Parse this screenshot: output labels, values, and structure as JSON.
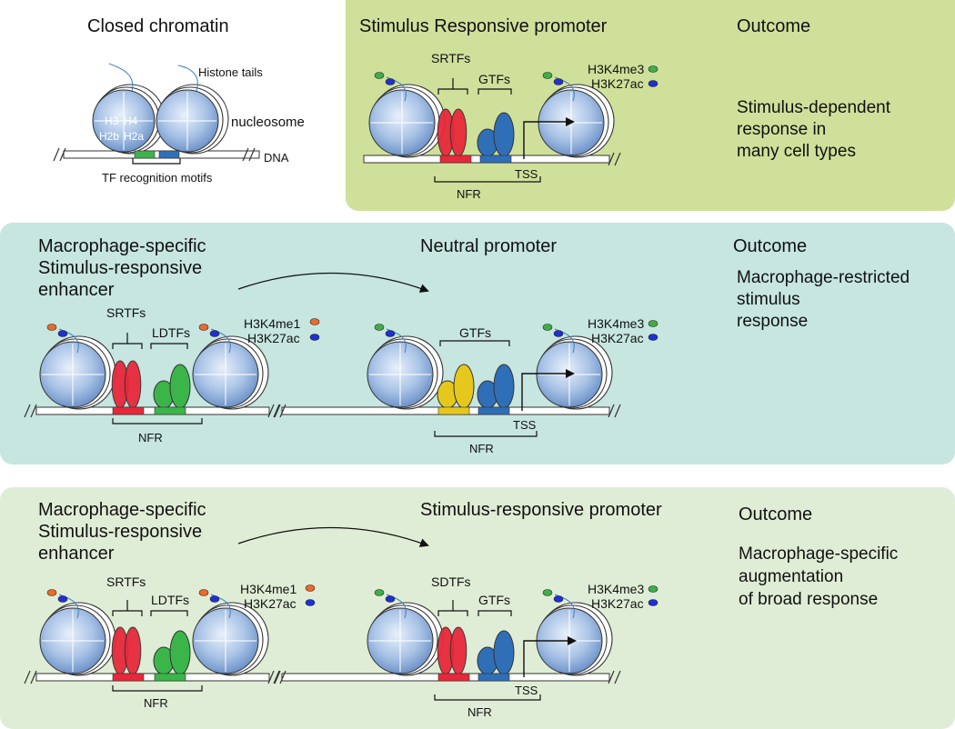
{
  "closed": {
    "title": "Closed chromatin",
    "histone_tails": "Histone tails",
    "nucleosome": "nucleosome",
    "dna": "DNA",
    "h3": "H3",
    "h4": "H4",
    "h2b": "H2b",
    "h2a": "H2a",
    "tf_motifs": "TF recognition motifs"
  },
  "top": {
    "title": "Stimulus Responsive promoter",
    "outcome_title": "Outcome",
    "outcome_lines": [
      "Stimulus-dependent",
      "response in",
      "many cell types"
    ],
    "srtfs": "SRTFs",
    "gtfs": "GTFs",
    "mark1": "H3K4me3",
    "mark2": "H3K27ac",
    "tss": "TSS",
    "nfr": "NFR"
  },
  "mid": {
    "enhancer_lines": [
      "Macrophage-specific",
      "Stimulus-responsive",
      "enhancer"
    ],
    "promoter_title": "Neutral promoter",
    "outcome_title": "Outcome",
    "outcome_lines": [
      "Macrophage-restricted",
      "stimulus",
      "response"
    ],
    "srtfs": "SRTFs",
    "ldtfs": "LDTFs",
    "gtfs": "GTFs",
    "enh_mark1": "H3K4me1",
    "enh_mark2": "H3K27ac",
    "prom_mark1": "H3K4me3",
    "prom_mark2": "H3K27ac",
    "tss": "TSS",
    "nfr_enh": "NFR",
    "nfr_prom": "NFR"
  },
  "bot": {
    "enhancer_lines": [
      "Macrophage-specific",
      "Stimulus-responsive",
      "enhancer"
    ],
    "promoter_title": "Stimulus-responsive promoter",
    "outcome_title": "Outcome",
    "outcome_lines": [
      "Macrophage-specific",
      "augmentation",
      "of broad response"
    ],
    "srtfs": "SRTFs",
    "ldtfs": "LDTFs",
    "sdtfs": "SDTFs",
    "gtfs": "GTFs",
    "enh_mark1": "H3K4me1",
    "enh_mark2": "H3K27ac",
    "prom_mark1": "H3K4me3",
    "prom_mark2": "H3K27ac",
    "tss": "TSS",
    "nfr_enh": "NFR",
    "nfr_prom": "NFR"
  },
  "colors": {
    "srtf": "#e8283a",
    "ldtf": "#3bb54a",
    "gtf": "#2f6fb8",
    "neutral_tf": "#e6c81d",
    "mark_me1": "#ec6a2a",
    "mark_me3": "#3fae49",
    "mark_ac": "#1f2fd6"
  }
}
